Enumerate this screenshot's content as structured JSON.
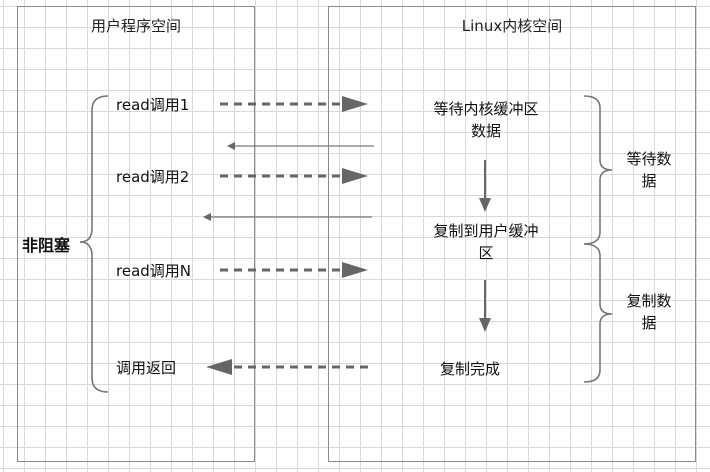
{
  "user_space": {
    "title": "用户程序空间"
  },
  "kernel_space": {
    "title": "Linux内核空间"
  },
  "non_blocking_label": "非阻塞",
  "calls": [
    {
      "label": "read调用1"
    },
    {
      "label": "read调用2"
    },
    {
      "label": "read调用N"
    },
    {
      "label": "调用返回"
    }
  ],
  "kernel_steps": [
    {
      "label": "等待内核缓冲区数据"
    },
    {
      "label": "复制到用户缓冲区"
    },
    {
      "label": "复制完成"
    }
  ],
  "phases": [
    {
      "label": "等待数据"
    },
    {
      "label": "复制数据"
    }
  ]
}
